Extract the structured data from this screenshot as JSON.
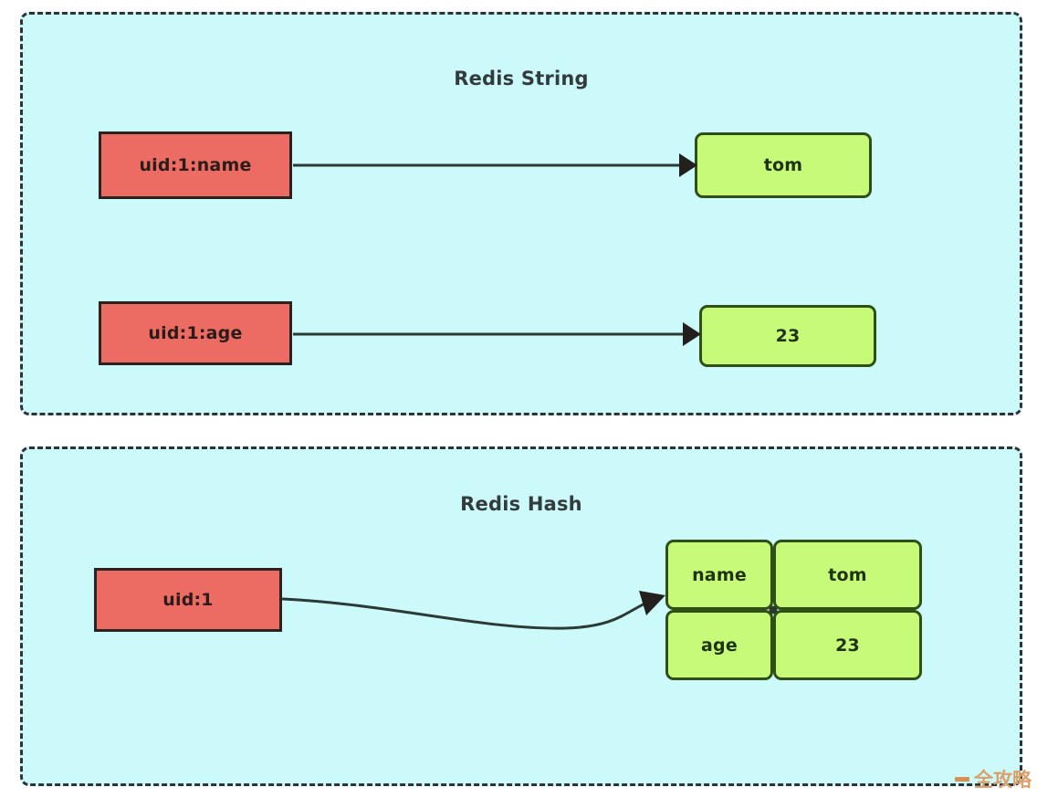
{
  "diagram": {
    "title_string_section": "Redis String",
    "title_hash_section": "Redis Hash",
    "colors": {
      "panel_background": "#ccfafa",
      "panel_border": "#2e3436",
      "key_fill": "#ec6b63",
      "key_border": "#2a2320",
      "value_fill": "#c8fa7a",
      "value_border": "#2f4f16",
      "arrow": "#2b3a36",
      "watermark": "#d9a06a",
      "page_background": "#ffffff"
    }
  },
  "string_section": {
    "title": "Redis String",
    "pairs": [
      {
        "key": "uid:1:name",
        "value": "tom",
        "arrow": "straight-arrow-icon"
      },
      {
        "key": "uid:1:age",
        "value": "23",
        "arrow": "straight-arrow-icon"
      }
    ]
  },
  "hash_section": {
    "title": "Redis Hash",
    "key": "uid:1",
    "arrow": "curved-arrow-icon",
    "table": {
      "rows": [
        {
          "field": "name",
          "value": "tom"
        },
        {
          "field": "age",
          "value": "23"
        }
      ]
    }
  },
  "watermark": {
    "text": "全攻略"
  }
}
